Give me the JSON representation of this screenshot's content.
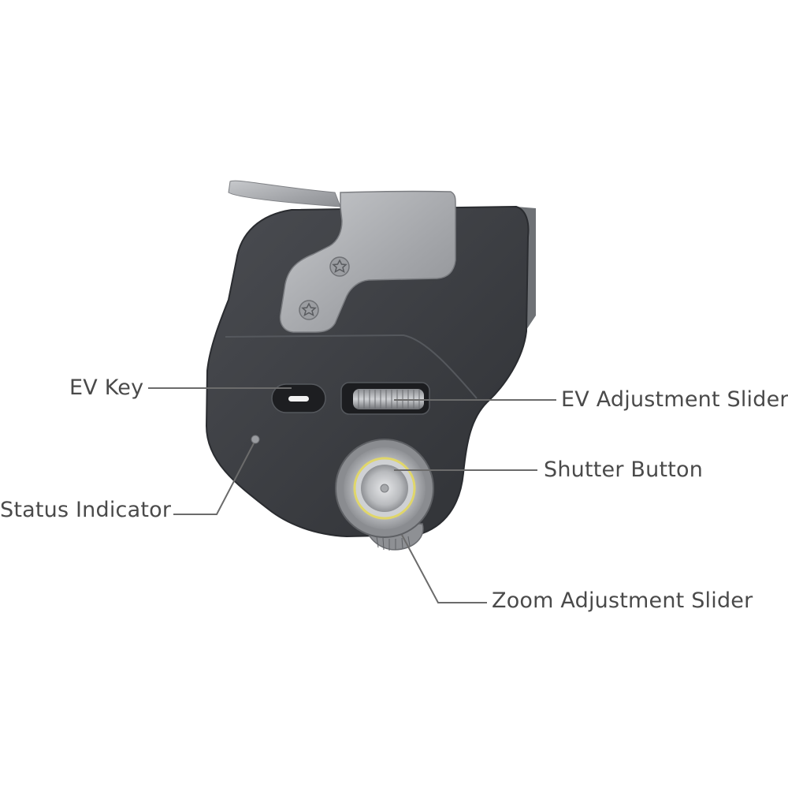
{
  "labels": {
    "ev_key": "EV Key",
    "ev_adjustment_slider": "EV Adjustment Slider",
    "shutter_button": "Shutter Button",
    "status_indicator": "Status Indicator",
    "zoom_adjustment_slider": "Zoom Adjustment Slider"
  },
  "colors": {
    "background": "#ffffff",
    "body_dark": "#3a3c40",
    "body_edge": "#55585d",
    "metal": "#a9abae",
    "leader_line": "#6b6b6b",
    "label_text": "#4a4a4a",
    "shutter_ring": "#e0d66a"
  },
  "icons": {
    "screw": "torx-screw-icon",
    "indicator": "status-led-icon"
  }
}
